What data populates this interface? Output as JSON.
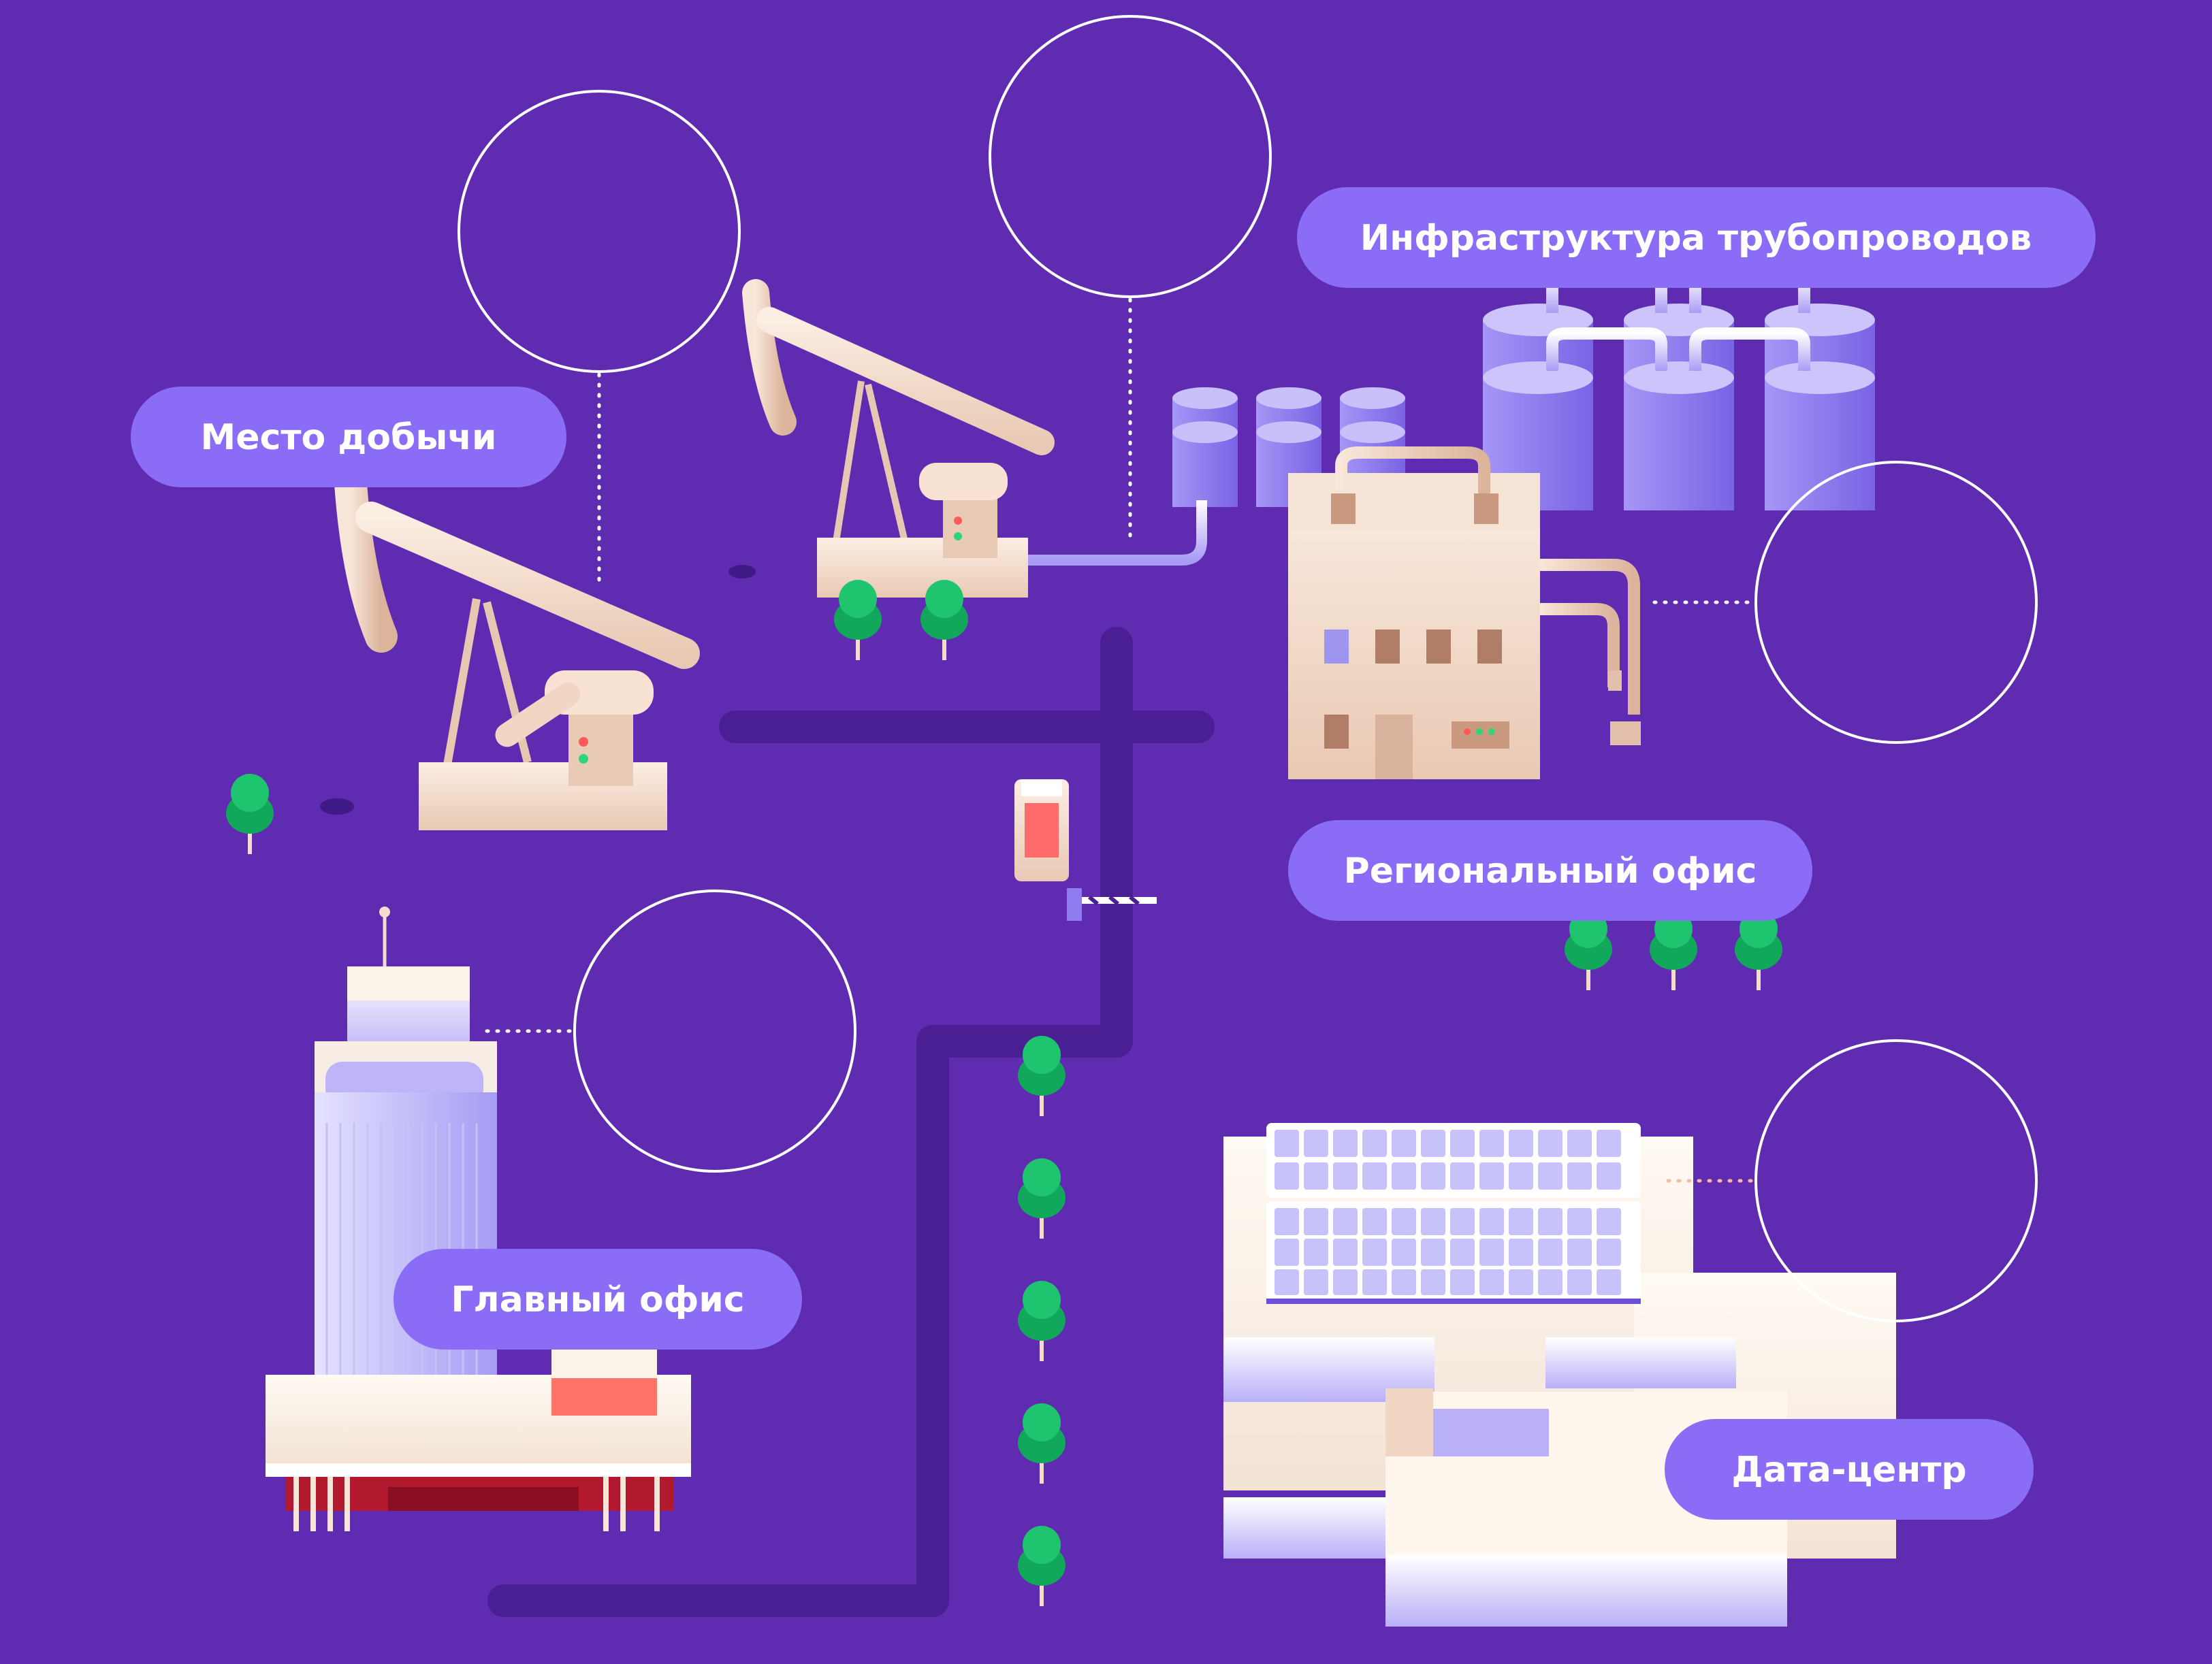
{
  "colors": {
    "background": "#5f2bb0",
    "road": "#4a1f93",
    "label_pill": "#8a6cf7",
    "tank": "#8f7cf0",
    "building": "#f3ddcf",
    "tree": "#1db56a"
  },
  "labels": {
    "extraction_site": "Место добычи",
    "pipeline_infrastructure": "Инфраструктура трубопроводов",
    "regional_office": "Региональный офис",
    "head_office": "Главный офис",
    "data_center": "Дата-центр"
  }
}
